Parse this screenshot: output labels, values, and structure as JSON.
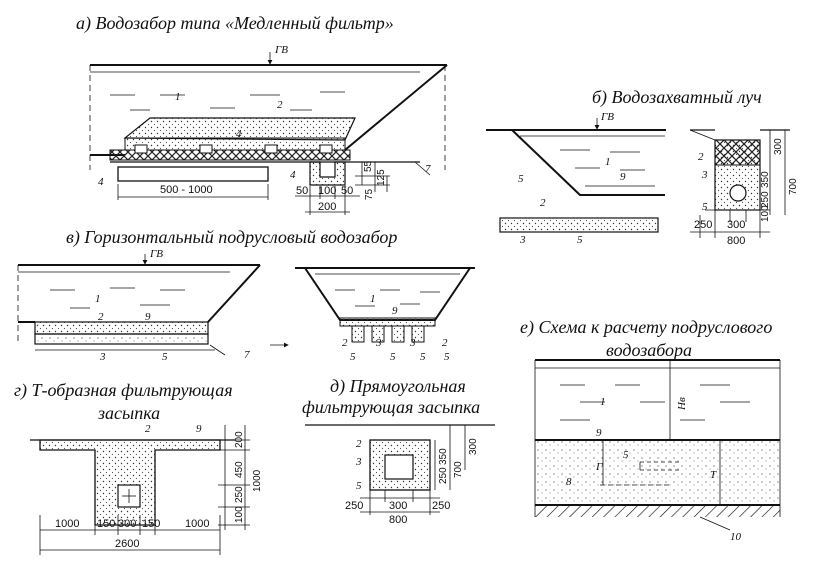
{
  "titles": {
    "a": "а) Водозабор типа «Медленный фильтр»",
    "b": "б) Водозахватный луч",
    "v": "в) Горизонтальный подрусловый водозабор",
    "g1": "г) Т-образная фильтрующая",
    "g2": "засыпка",
    "d1": "д) Прямоугольная",
    "d2": "фильтрующая засыпка",
    "e1": "е) Схема к расчету подруслового",
    "e2": "водозабора"
  },
  "labels": {
    "gv": "ГВ",
    "n1": "1",
    "n2": "2",
    "n3": "3",
    "n4": "4",
    "n5": "5",
    "n7": "7",
    "n8": "8",
    "n9": "9",
    "n10": "10",
    "hv": "Нв",
    "g": "Г",
    "t": "Т"
  },
  "dims": {
    "a_500_1000": "500 - 1000",
    "a_50": "50",
    "a_100": "100",
    "a_200": "200",
    "a_55": "55",
    "a_125": "125",
    "a_75": "75",
    "b_300": "300",
    "b_700": "700",
    "b_350": "350",
    "b_250": "250",
    "b_100": "100",
    "b_250w": "250",
    "b_300w": "300",
    "b_800": "800",
    "g_200": "200",
    "g_450": "450",
    "g_250": "250",
    "g_100": "100",
    "g_1000v": "1000",
    "g_1000": "1000",
    "g_150": "150",
    "g_300": "300",
    "g_2600": "2600",
    "d_300": "300",
    "d_350": "350",
    "d_250": "250",
    "d_700": "700",
    "d_250w": "250",
    "d_300w": "300",
    "d_800": "800"
  }
}
